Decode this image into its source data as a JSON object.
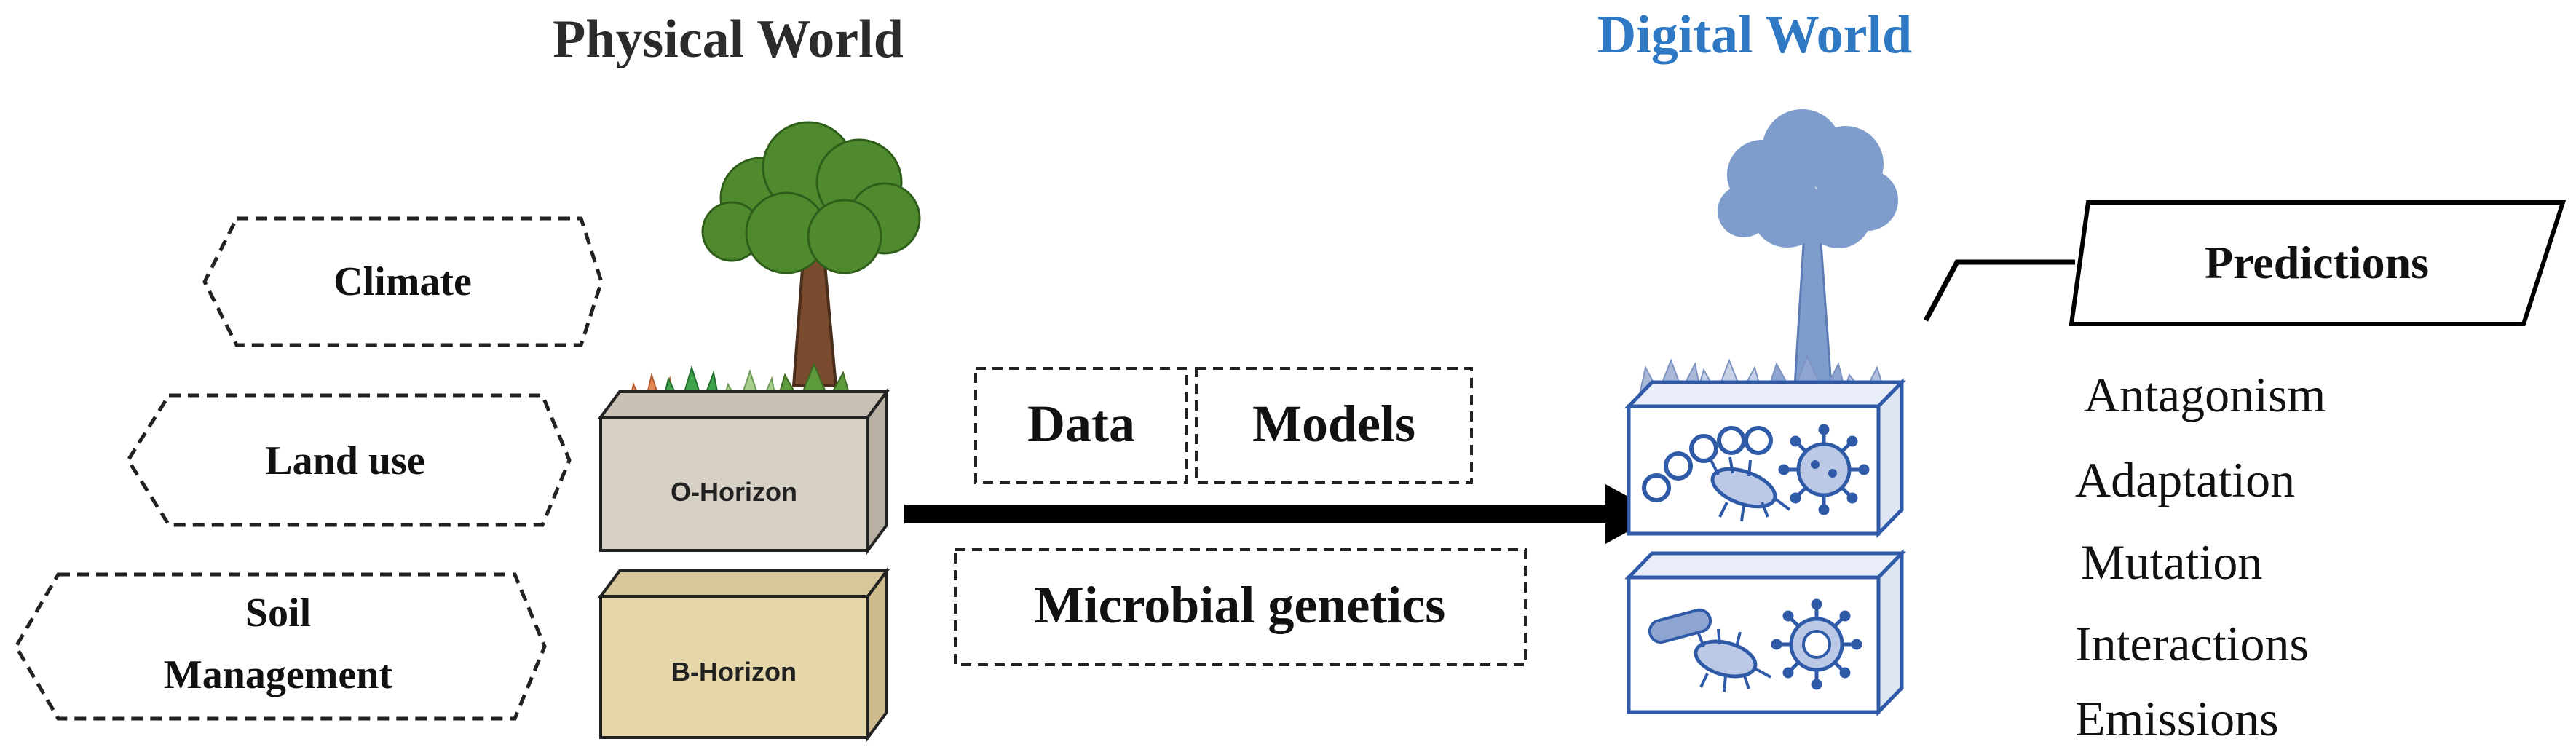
{
  "physical": {
    "title": "Physical World",
    "factors": [
      {
        "label": "Climate"
      },
      {
        "label": "Land use"
      },
      {
        "label_line1": "Soil",
        "label_line2": "Management"
      }
    ],
    "horizons": {
      "o": "O-Horizon",
      "b": "B-Horizon"
    }
  },
  "inputs": {
    "data": "Data",
    "models": "Models",
    "genetics": "Microbial genetics"
  },
  "digital": {
    "title": "Digital World",
    "predictions_label": "Predictions",
    "predictions": [
      "Antagonism",
      "Adaptation",
      "Mutation",
      "Interactions",
      "Emissions"
    ]
  },
  "colors": {
    "title_dark": "#2b2b2b",
    "title_blue": "#2f79c4",
    "tree_green": "#4f8a2f",
    "tree_trunk": "#7a4b2e",
    "digital_tree": "#7f9dcc",
    "digital_outline": "#2f5aa8",
    "o_horizon": "#d7d1c5",
    "b_horizon": "#e6d7ab"
  }
}
